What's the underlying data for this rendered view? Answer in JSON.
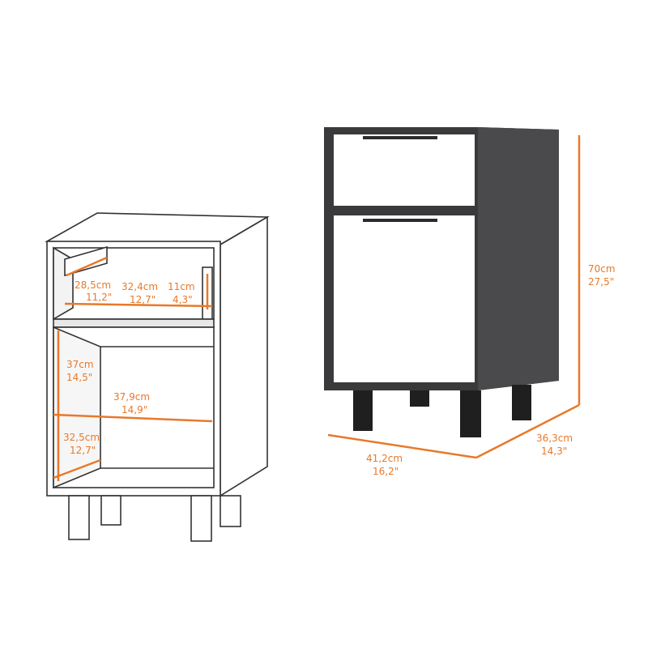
{
  "accent_color": "#e8792a",
  "cabinet_color": "#3a3a3c",
  "drawer_color": "#ffffff",
  "dimensions": {
    "inner_depth": {
      "cm": "28,5cm",
      "in": "11,2\""
    },
    "inner_width": {
      "cm": "32,4cm",
      "in": "12,7\""
    },
    "inner_height_top": {
      "cm": "11cm",
      "in": "4,3\""
    },
    "inner_height_bottom": {
      "cm": "37cm",
      "in": "14,5\""
    },
    "inner_width_bottom": {
      "cm": "37,9cm",
      "in": "14,9\""
    },
    "inner_depth_bottom": {
      "cm": "32,5cm",
      "in": "12,7\""
    },
    "total_height": {
      "cm": "70cm",
      "in": "27,5\""
    },
    "total_width": {
      "cm": "41,2cm",
      "in": "16,2\""
    },
    "total_depth": {
      "cm": "36,3cm",
      "in": "14,3\""
    }
  }
}
